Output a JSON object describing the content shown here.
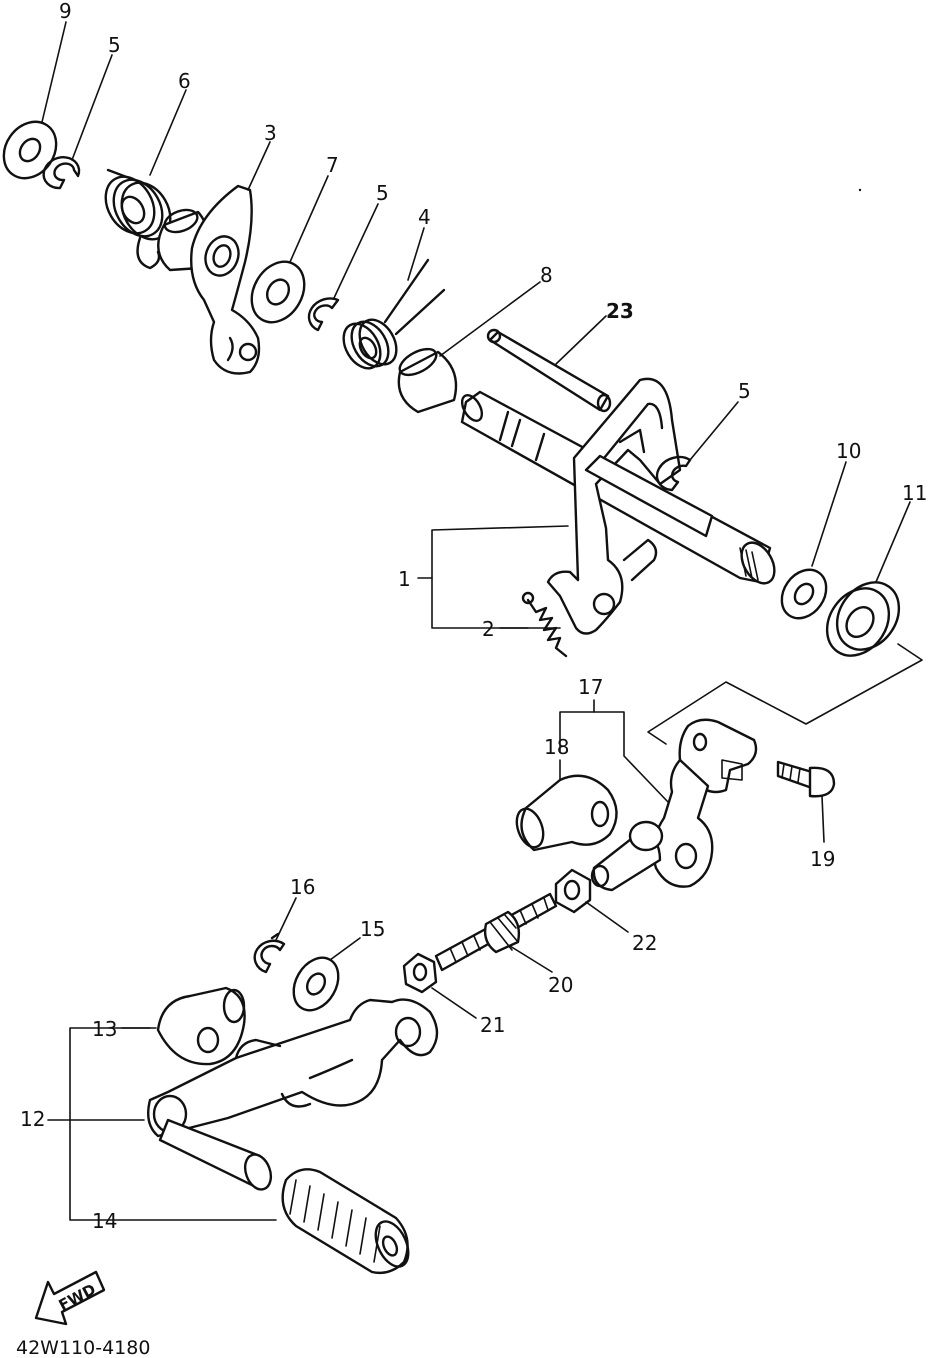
{
  "diagram": {
    "drawing_code": "42W110-4180",
    "direction_label": "FWD",
    "callouts": [
      {
        "id": "c9",
        "text": "9"
      },
      {
        "id": "c5a",
        "text": "5"
      },
      {
        "id": "c6",
        "text": "6"
      },
      {
        "id": "c3",
        "text": "3"
      },
      {
        "id": "c7",
        "text": "7"
      },
      {
        "id": "c5b",
        "text": "5"
      },
      {
        "id": "c4",
        "text": "4"
      },
      {
        "id": "c8",
        "text": "8"
      },
      {
        "id": "c23",
        "text": "23"
      },
      {
        "id": "c5c",
        "text": "5"
      },
      {
        "id": "c10",
        "text": "10"
      },
      {
        "id": "c11",
        "text": "11"
      },
      {
        "id": "c1",
        "text": "1"
      },
      {
        "id": "c2",
        "text": "2"
      },
      {
        "id": "c17",
        "text": "17"
      },
      {
        "id": "c18",
        "text": "18"
      },
      {
        "id": "c19",
        "text": "19"
      },
      {
        "id": "c16",
        "text": "16"
      },
      {
        "id": "c15",
        "text": "15"
      },
      {
        "id": "c22",
        "text": "22"
      },
      {
        "id": "c20",
        "text": "20"
      },
      {
        "id": "c21",
        "text": "21"
      },
      {
        "id": "c13",
        "text": "13"
      },
      {
        "id": "c12",
        "text": "12"
      },
      {
        "id": "c14",
        "text": "14"
      }
    ]
  }
}
